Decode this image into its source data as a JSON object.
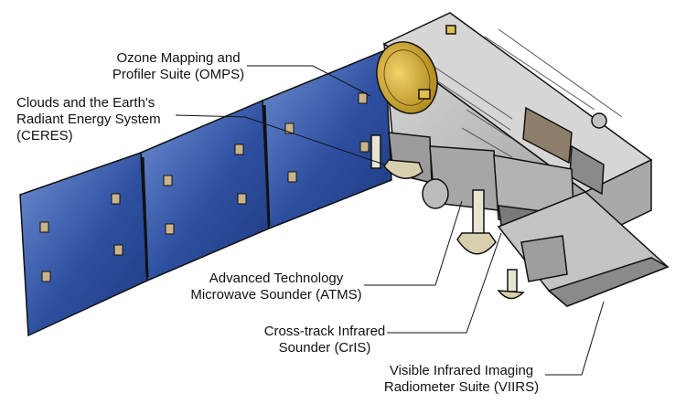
{
  "labels": {
    "omps": {
      "line1": "Ozone Mapping and",
      "line2": "Profiler Suite (OMPS)"
    },
    "ceres": {
      "line1": "Clouds and the Earth's",
      "line2": "Radiant Energy System",
      "line3": "(CERES)"
    },
    "atms": {
      "line1": "Advanced Technology",
      "line2": "Microwave Sounder (ATMS)"
    },
    "cris": {
      "line1": "Cross-track Infrared",
      "line2": "Sounder (CrIS)"
    },
    "viirs": {
      "line1": "Visible Infrared Imaging",
      "line2": "Radiometer Suite (VIIRS)"
    }
  },
  "colors": {
    "panel": "#2d4fa0",
    "panel_light": "#6f8fd2",
    "bus": "#bdbdbd",
    "bus_dark": "#8a8a8a",
    "gold": "#c9a42a",
    "outline": "#111111"
  }
}
